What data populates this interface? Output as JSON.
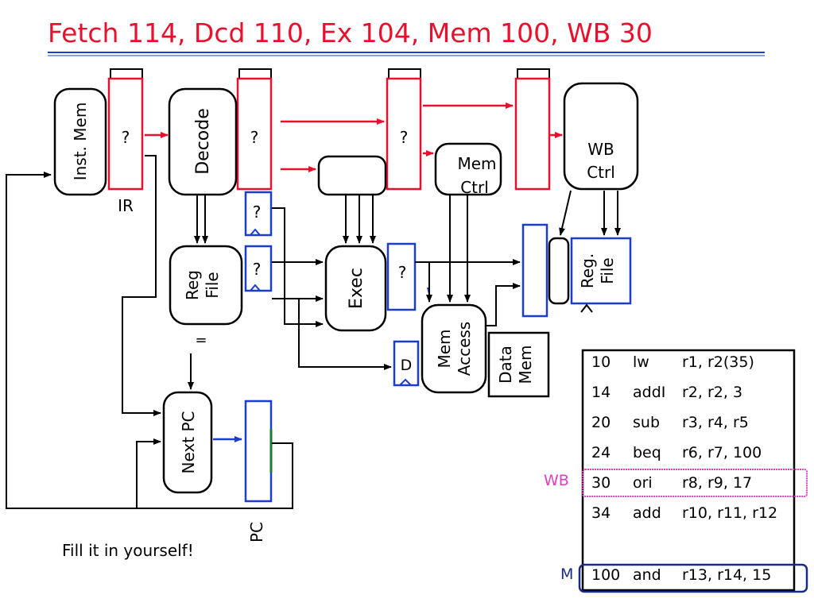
{
  "title": "Fetch 114, Dcd 110, Ex 104, Mem 100, WB 30",
  "colors": {
    "title": "#e8112d",
    "rule": "#1a3ccf",
    "pipeline_register": "#e8112d",
    "blue_register": "#1a3ccf",
    "wb_highlight": "#e040c0",
    "mem_highlight": "#1a2a8a"
  },
  "blocks": {
    "inst_mem": "Inst. Mem",
    "decode": "Decode",
    "reg_file": "Reg File",
    "exec": "Exec",
    "mem_ctrl": "Mem Ctrl",
    "wb_ctrl": "WB Ctrl",
    "mem_access": "Mem Access",
    "data_mem": "Data Mem",
    "reg_file_wb": "Reg. File",
    "next_pc": "Next PC"
  },
  "labels": {
    "ir": "IR",
    "pc": "PC",
    "equals": "=",
    "unknown": "?",
    "d": "D",
    "footnote": "Fill it in yourself!"
  },
  "program": [
    {
      "addr": "10",
      "op": "lw",
      "args": "r1, r2(35)"
    },
    {
      "addr": "14",
      "op": "addI",
      "args": "r2, r2, 3"
    },
    {
      "addr": "20",
      "op": "sub",
      "args": "r3, r4, r5"
    },
    {
      "addr": "24",
      "op": "beq",
      "args": "r6, r7, 100"
    },
    {
      "addr": "30",
      "op": "ori",
      "args": "r8, r9, 17"
    },
    {
      "addr": "34",
      "op": "add",
      "args": "r10, r11, r12"
    },
    {
      "addr": "100",
      "op": "and",
      "args": "r13, r14, 15"
    }
  ],
  "stage_markers": {
    "wb": "WB",
    "mem": "M"
  }
}
